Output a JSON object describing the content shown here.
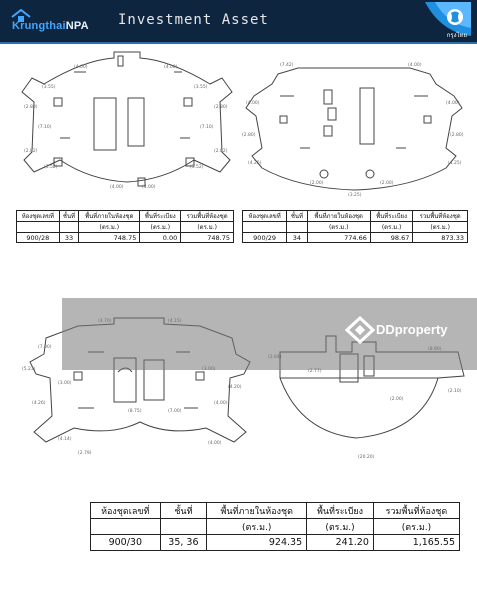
{
  "header": {
    "brand_part1": "Krungthai",
    "brand_part2": "NPA",
    "title": "Investment Asset",
    "bank_name": "กรุงไทย",
    "accent": "#41a6ff",
    "background": "#0e2540"
  },
  "tables": [
    {
      "headers": [
        "ห้องชุดเลขที่",
        "ชั้นที่",
        "พื้นที่ภายในห้องชุด",
        "พื้นที่ระเบียง",
        "รวมพื้นที่ห้องชุด"
      ],
      "units": [
        "",
        "",
        "(ตร.ม.)",
        "(ตร.ม.)",
        "(ตร.ม.)"
      ],
      "row": [
        "900/28",
        "33",
        "748.75",
        "0.00",
        "748.75"
      ]
    },
    {
      "headers": [
        "ห้องชุดเลขที่",
        "ชั้นที่",
        "พื้นที่ภายในห้องชุด",
        "พื้นที่ระเบียง",
        "รวมพื้นที่ห้องชุด"
      ],
      "units": [
        "",
        "",
        "(ตร.ม.)",
        "(ตร.ม.)",
        "(ตร.ม.)"
      ],
      "row": [
        "900/29",
        "34",
        "774.66",
        "98.67",
        "873.33"
      ]
    },
    {
      "headers": [
        "ห้องชุดเลขที่",
        "ชั้นที่",
        "พื้นที่ภายในห้องชุด",
        "พื้นที่ระเบียง",
        "รวมพื้นที่ห้องชุด"
      ],
      "units": [
        "",
        "",
        "(ตร.ม.)",
        "(ตร.ม.)",
        "(ตร.ม.)"
      ],
      "row": [
        "900/30",
        "35, 36",
        "924.35",
        "241.20",
        "1,165.55"
      ]
    }
  ],
  "watermark": {
    "text": "DDproperty"
  }
}
